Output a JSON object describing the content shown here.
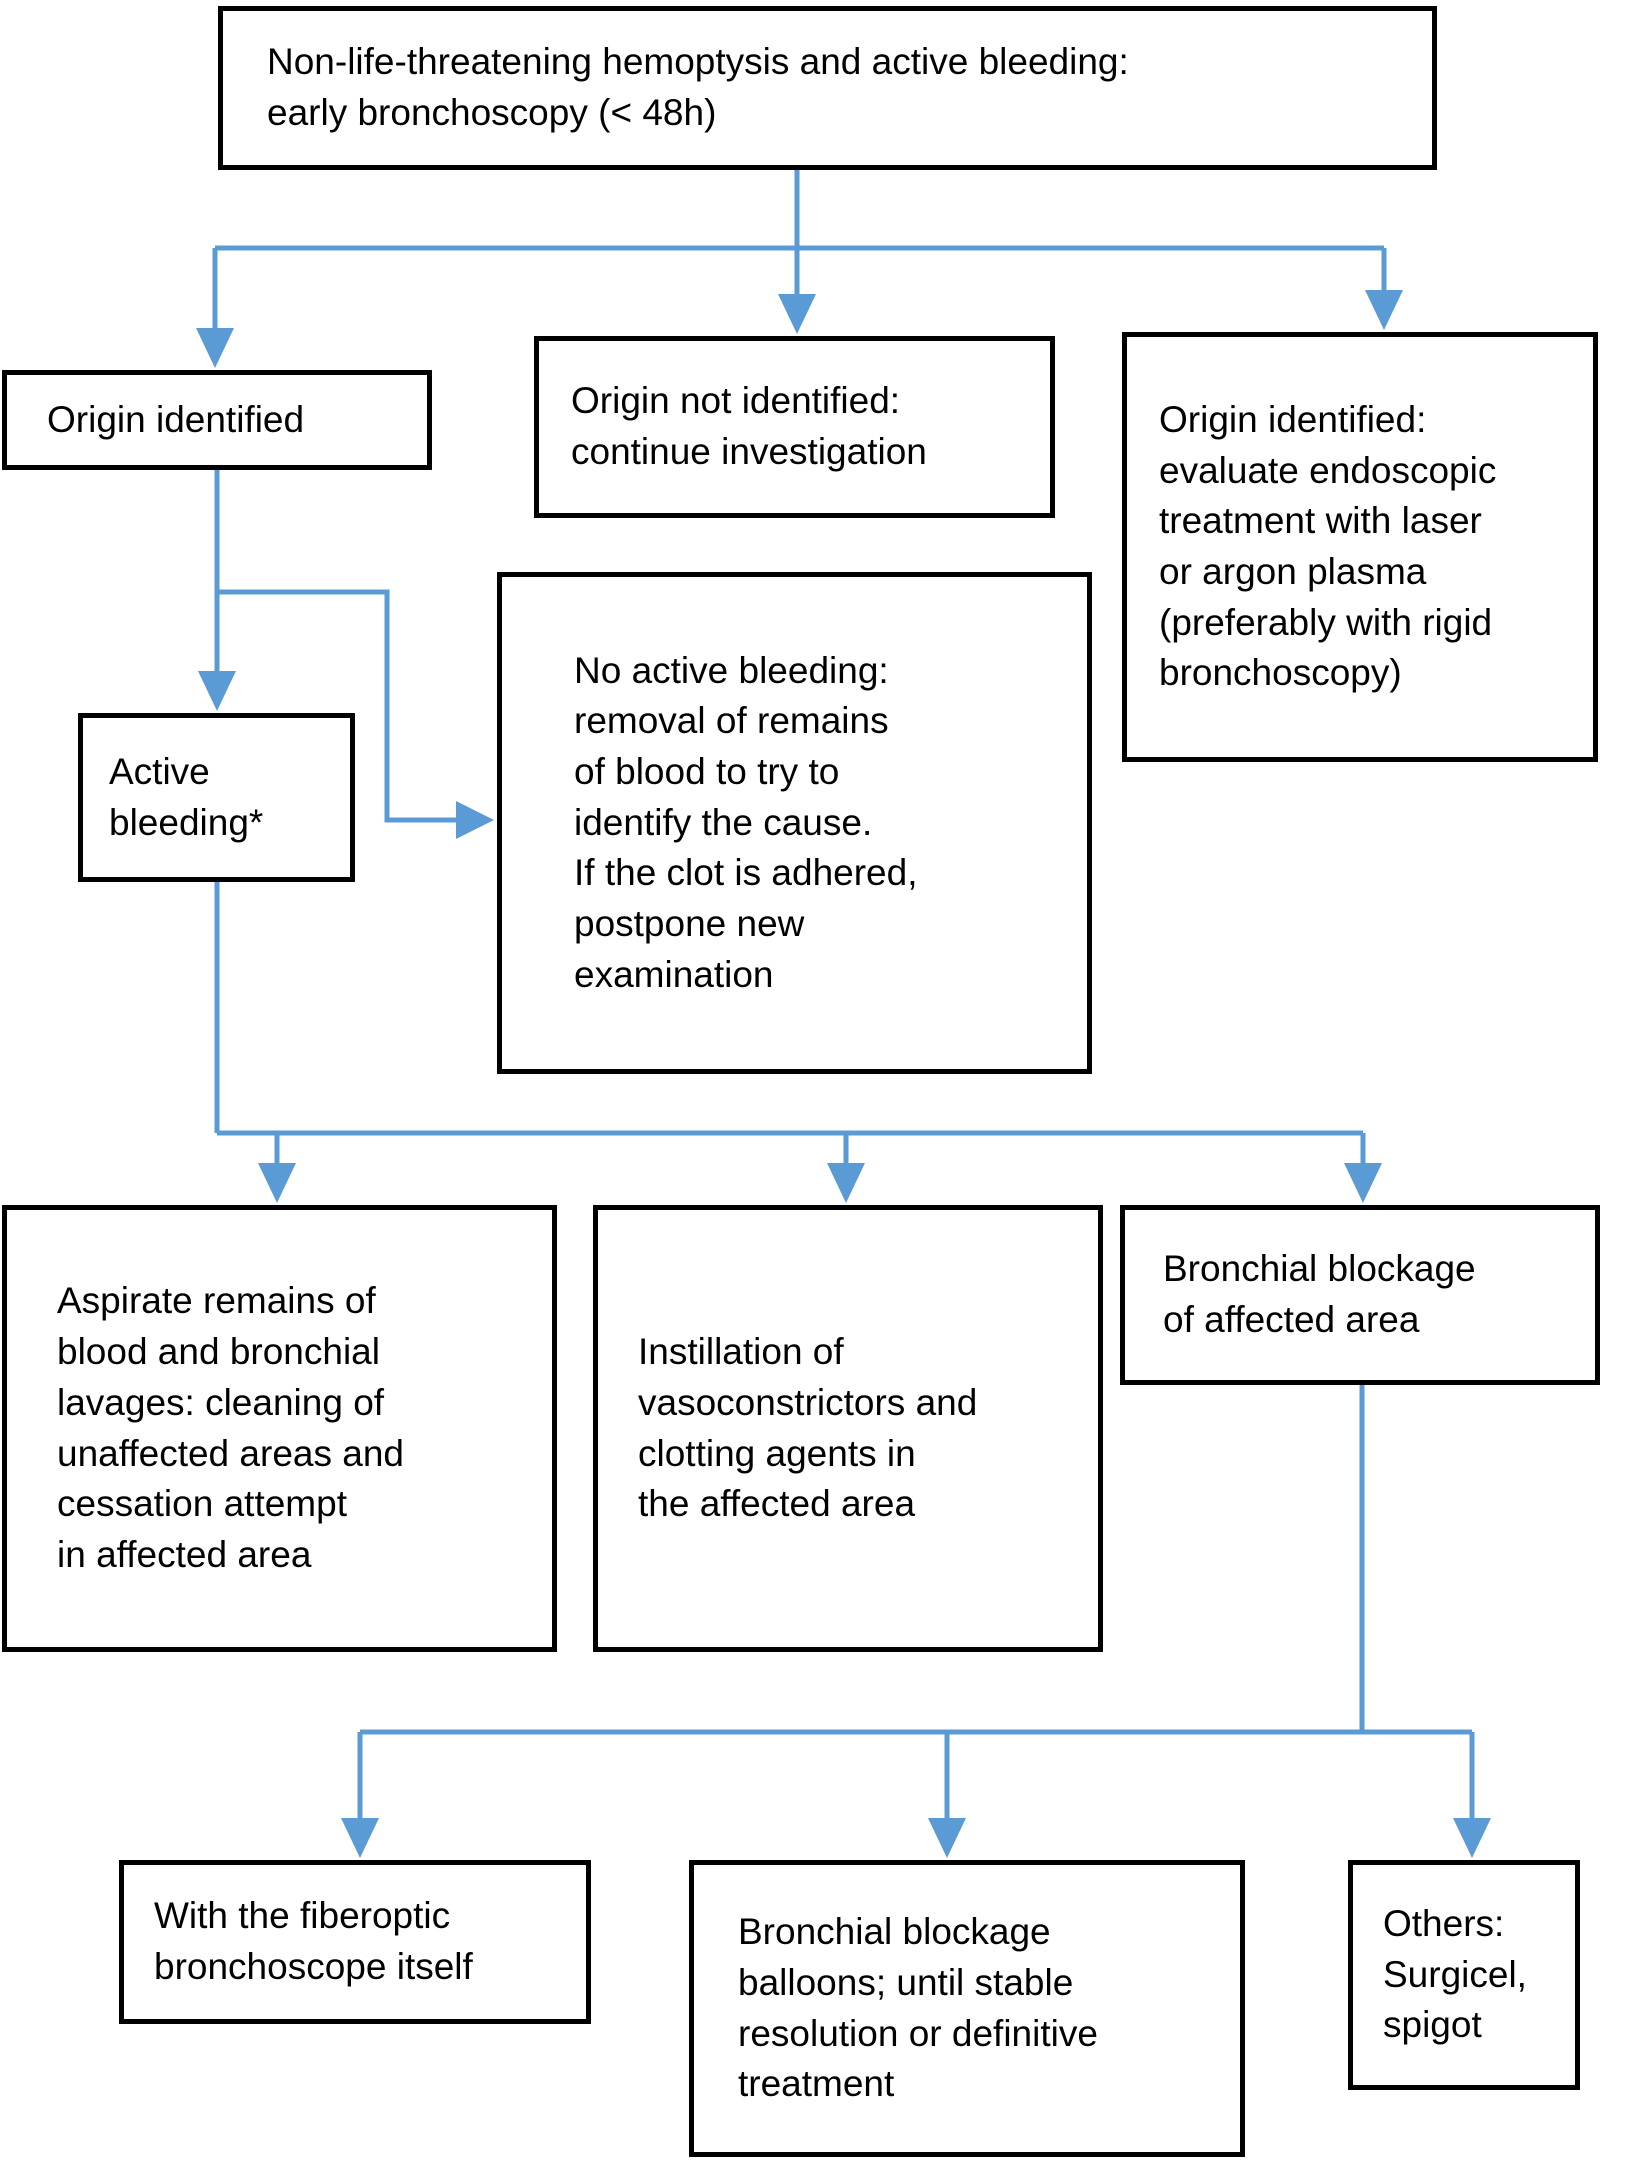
{
  "diagram": {
    "description": "Flowchart for management of non-life-threatening hemoptysis with early bronchoscopy",
    "colors": {
      "connector": "#5b9bd5",
      "box_border": "#000000",
      "box_background": "#ffffff",
      "text": "#000000",
      "page_background": "#ffffff"
    },
    "nodes": {
      "start": {
        "text": "Non-life-threatening hemoptysis and active bleeding:\nearly bronchoscopy (< 48h)"
      },
      "origin_identified": {
        "text": "Origin identified"
      },
      "origin_not_identified": {
        "text": "Origin not identified:\ncontinue investigation"
      },
      "origin_endoscopic": {
        "text": "Origin identified:\nevaluate endoscopic\ntreatment with laser\nor argon plasma\n(preferably with rigid\nbronchoscopy)"
      },
      "active_bleeding": {
        "text": "Active\nbleeding*"
      },
      "no_active_bleeding": {
        "text": "No active bleeding:\nremoval of remains\nof blood to try to\nidentify the cause.\nIf the clot is adhered,\npostpone new\nexamination"
      },
      "aspirate": {
        "text": "Aspirate remains of\nblood and bronchial\nlavages: cleaning of\nunaffected areas and\ncessation attempt\nin affected area"
      },
      "instillation": {
        "text": "Instillation of\nvasoconstrictors and\nclotting agents in\nthe affected area"
      },
      "bronchial_blockage": {
        "text": "Bronchial blockage\nof affected area"
      },
      "fiberoptic": {
        "text": "With the fiberoptic\nbronchoscope itself"
      },
      "balloons": {
        "text": "Bronchial blockage\nballoons; until stable\nresolution or definitive\ntreatment"
      },
      "others": {
        "text": "Others:\nSurgicel,\nspigot"
      }
    }
  }
}
